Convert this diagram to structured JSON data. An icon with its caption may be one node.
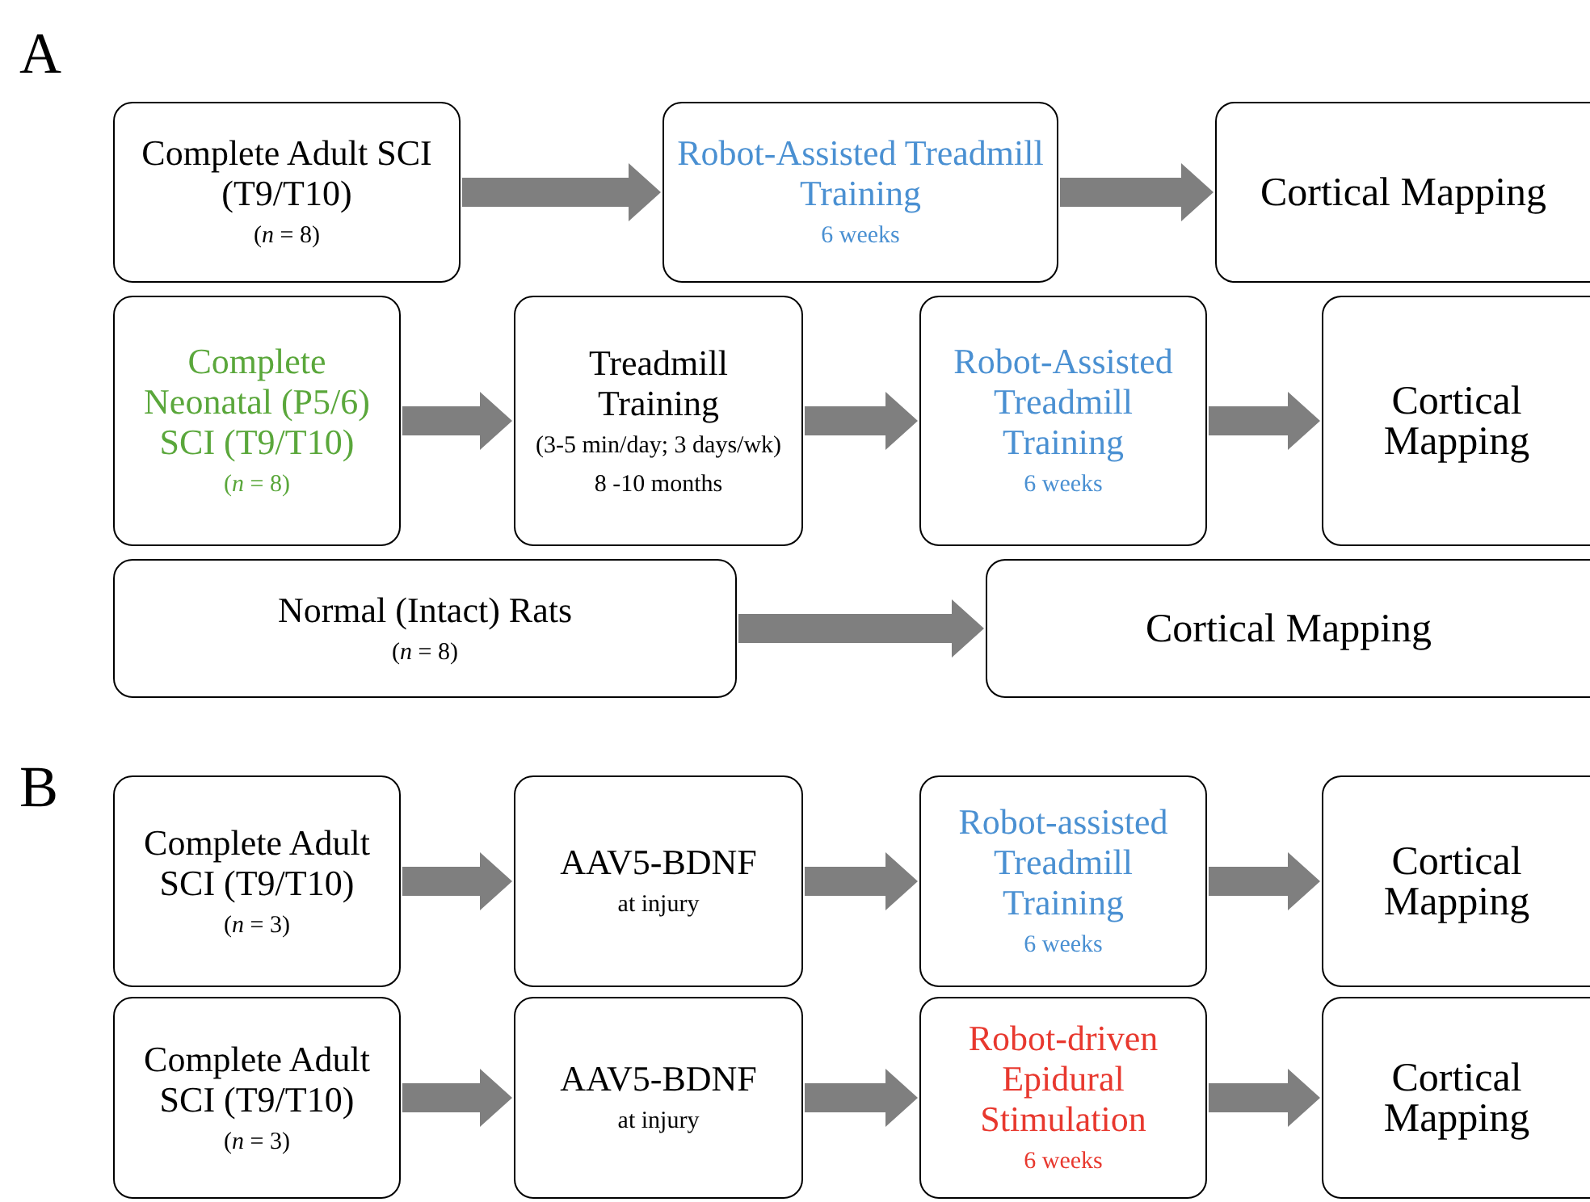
{
  "diagram": {
    "nodes": [
      {
        "text": [
          "Complete Adult SCI (T9/T10)",
          "(*n* = 8)"
        ]
      },
      {
        "text": [
          "Robot-Assisted Treadmill Training",
          "6 weeks"
        ]
      },
      {
        "text": [
          "Cortical Mapping"
        ]
      },
      {
        "text": [
          "Complete Neonatal (P5/6) SCI (T9/T10)",
          "(*n* = 8)"
        ]
      },
      {
        "text": [
          "Treadmill Training",
          "(3-5 min/day; 3 days/wk)",
          "8 -10 months"
        ]
      },
      {
        "text": [
          "Robot-Assisted Treadmill Training",
          "6 weeks"
        ]
      },
      {
        "text": [
          "Cortical Mapping"
        ]
      },
      {
        "text": [
          "Normal (Intact) Rats",
          "(*n* = 8)"
        ]
      },
      {
        "text": [
          "Cortical Mapping"
        ]
      },
      {
        "text": [
          "Complete Adult SCI (T9/T10)",
          "(*n* = 3)"
        ]
      },
      {
        "text": [
          "AAV5-BDNF",
          "at injury"
        ]
      },
      {
        "text": [
          "Robot-assisted Treadmill Training",
          "6 weeks"
        ]
      },
      {
        "text": [
          "Cortical Mapping"
        ]
      },
      {
        "text": [
          "Complete Adult SCI (T9/T10)",
          "(*n* = 3)"
        ]
      },
      {
        "text": [
          "AAV5-BDNF",
          "at injury"
        ]
      },
      {
        "text": [
          "Robot-driven Epidural Stimulation",
          "6 weeks"
        ]
      },
      {
        "text": [
          "Cortical Mapping"
        ]
      }
    ],
    "edges": [
      {
        "from": 0,
        "to": 1,
        "arrow": "to"
      },
      {
        "from": 1,
        "to": 2,
        "arrow": "to"
      },
      {
        "from": 3,
        "to": 4,
        "arrow": "to"
      },
      {
        "from": 4,
        "to": 5,
        "arrow": "to"
      },
      {
        "from": 5,
        "to": 6,
        "arrow": "to"
      },
      {
        "from": 7,
        "to": 8,
        "arrow": "to"
      },
      {
        "from": 9,
        "to": 10,
        "arrow": "to"
      },
      {
        "from": 10,
        "to": 11,
        "arrow": "to"
      },
      {
        "from": 11,
        "to": 12,
        "arrow": "to"
      },
      {
        "from": 13,
        "to": 14,
        "arrow": "to"
      },
      {
        "from": 14,
        "to": 15,
        "arrow": "to"
      },
      {
        "from": 15,
        "to": 16,
        "arrow": "to"
      }
    ],
    "labels": [
      "A",
      "B"
    ]
  }
}
